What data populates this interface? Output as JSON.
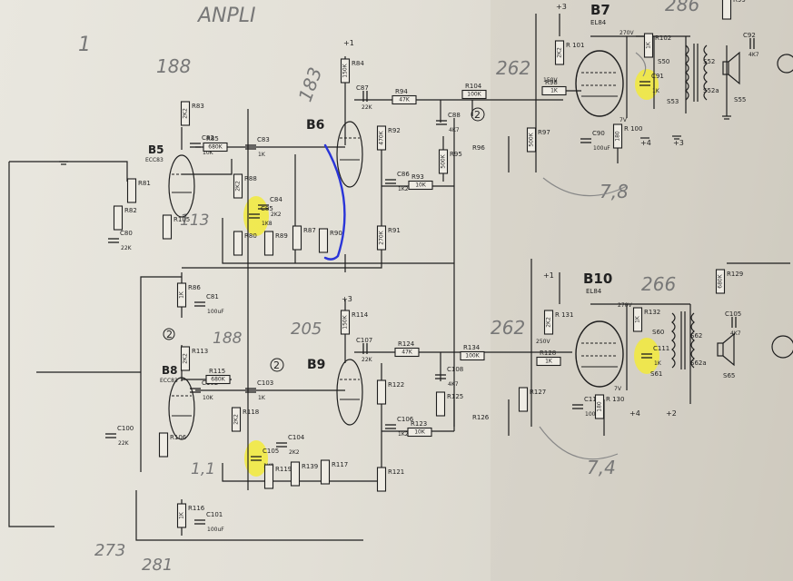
{
  "annotations": {
    "top_note": "ANPLI",
    "b6_number": "183",
    "b5_number": "188",
    "b5_cathode": "113",
    "b7_number": "262",
    "b7_bottom": "7,8",
    "b7_plate": "286",
    "b9_number": "205",
    "b8_number": "188",
    "b8_cathode": "1,1",
    "b10_number": "262",
    "b10_plate": "266",
    "b10_bottom": "7,4",
    "bottom_a": "273",
    "bottom_b": "281",
    "side_mark": "1"
  },
  "tubes": {
    "b6": {
      "name": "B6"
    },
    "b5": {
      "name": "B5",
      "type": "ECC83"
    },
    "b7": {
      "name": "B7",
      "type": "EL84"
    },
    "b9": {
      "name": "B9"
    },
    "b8": {
      "name": "B8",
      "type": "ECC83"
    },
    "b10": {
      "name": "B10",
      "type": "EL84"
    }
  },
  "circle_marks": {
    "c1": "2",
    "c2": "2",
    "c3": "2"
  },
  "voltages": {
    "v1": "270V",
    "v2": "150V",
    "v3": "7V",
    "v4": "270V",
    "v5": "250V",
    "v6": "7V"
  },
  "supply": {
    "t1": "+1",
    "t2": "+3",
    "t3": "+4",
    "t4": "+3",
    "t5": "+1",
    "t6": "+3",
    "t7": "+4",
    "t8": "+2"
  },
  "components": {
    "r84": {
      "ref": "R84",
      "value": "150K"
    },
    "c87": {
      "ref": "C87",
      "value": "22K"
    },
    "r94": {
      "ref": "R94",
      "value": "47K"
    },
    "r104": {
      "ref": "R104",
      "value": "100K"
    },
    "c88": {
      "ref": "C88",
      "value": "4K7"
    },
    "r92": {
      "ref": "R92",
      "value": "470K"
    },
    "r95": {
      "ref": "R95",
      "value": "500K"
    },
    "r96": {
      "ref": "R96"
    },
    "c86": {
      "ref": "C86",
      "value": "1K2"
    },
    "r93": {
      "ref": "R93",
      "value": "10K"
    },
    "r91": {
      "ref": "R91",
      "value": "270K"
    },
    "r101": {
      "ref": "R 101",
      "value": "2K2"
    },
    "r98": {
      "ref": "R98",
      "value": "1K"
    },
    "r97": {
      "ref": "R97",
      "value": "500K"
    },
    "c90": {
      "ref": "C90",
      "value": "100uF"
    },
    "r100": {
      "ref": "R 100",
      "value": "180"
    },
    "r99": {
      "ref": "R99"
    },
    "r102": {
      "ref": "R102",
      "value": "1K"
    },
    "c91": {
      "ref": "C91",
      "value": "1K"
    },
    "c92": {
      "ref": "C92",
      "value": "4K7"
    },
    "s50": {
      "ref": "S50"
    },
    "s52": {
      "ref": "S52"
    },
    "s52a": {
      "ref": "S52a"
    },
    "s53": {
      "ref": "S53"
    },
    "s55": {
      "ref": "S55"
    },
    "r83": {
      "ref": "R83",
      "value": "2K2"
    },
    "c82": {
      "ref": "C82",
      "value": "10K"
    },
    "r85": {
      "ref": "R85",
      "value": "680K"
    },
    "c83": {
      "ref": "C83",
      "value": "1K"
    },
    "r88": {
      "ref": "R88",
      "value": "2K2"
    },
    "c84": {
      "ref": "C84",
      "value": "2K2"
    },
    "c85": {
      "ref": "C85",
      "value": "1K8"
    },
    "r80": {
      "ref": "R80"
    },
    "r89": {
      "ref": "R89"
    },
    "r87": {
      "ref": "R87"
    },
    "r90": {
      "ref": "R90"
    },
    "r86": {
      "ref": "R86",
      "value": "1K"
    },
    "c81": {
      "ref": "C81",
      "value": "100uF"
    },
    "r105": {
      "ref": "R105"
    },
    "r81": {
      "ref": "R81"
    },
    "r82": {
      "ref": "R82"
    },
    "c80": {
      "ref": "C80",
      "value": "22K"
    },
    "r114": {
      "ref": "R114",
      "value": "150K"
    },
    "c107": {
      "ref": "C107",
      "value": "22K"
    },
    "r124": {
      "ref": "R124",
      "value": "47K"
    },
    "r134": {
      "ref": "R134",
      "value": "100K"
    },
    "c108": {
      "ref": "C108",
      "value": "4K7"
    },
    "r122": {
      "ref": "R122"
    },
    "r125": {
      "ref": "R125"
    },
    "r126": {
      "ref": "R126"
    },
    "c106": {
      "ref": "C106",
      "value": "1K2"
    },
    "r123": {
      "ref": "R123",
      "value": "10K"
    },
    "r121": {
      "ref": "R121"
    },
    "r113": {
      "ref": "R113",
      "value": "2K2"
    },
    "c102": {
      "ref": "C102",
      "value": "10K"
    },
    "r115": {
      "ref": "R115",
      "value": "680K"
    },
    "c103": {
      "ref": "C103",
      "value": "1K"
    },
    "r118": {
      "ref": "R118",
      "value": "2K2"
    },
    "c104": {
      "ref": "C104",
      "value": "2K2"
    },
    "c105": {
      "ref": "C105",
      "value": "1K8"
    },
    "r119": {
      "ref": "R119"
    },
    "r139": {
      "ref": "R139"
    },
    "r117": {
      "ref": "R117"
    },
    "r116": {
      "ref": "R116",
      "value": "1K"
    },
    "c101": {
      "ref": "C101",
      "value": "100uF"
    },
    "r106": {
      "ref": "R106"
    },
    "c100": {
      "ref": "C100",
      "value": "22K"
    },
    "r131": {
      "ref": "R 131",
      "value": "2K2"
    },
    "r128": {
      "ref": "R128",
      "value": "1K"
    },
    "r127": {
      "ref": "R127"
    },
    "c110": {
      "ref": "C110",
      "value": "100uF"
    },
    "r130": {
      "ref": "R 130",
      "value": "180"
    },
    "r129": {
      "ref": "R129",
      "value": "680K"
    },
    "r132": {
      "ref": "R132",
      "value": "1K"
    },
    "c111": {
      "ref": "C111",
      "value": "1K"
    },
    "c105b": {
      "ref": "C105",
      "value": "4K7"
    },
    "s60": {
      "ref": "S60"
    },
    "s62": {
      "ref": "S62"
    },
    "s62a": {
      "ref": "S62a"
    },
    "s61": {
      "ref": "S61"
    },
    "s65": {
      "ref": "S65"
    }
  },
  "highlight_color": "#f2ea3a",
  "ink_color": "#1e1e1e",
  "pen_color": "#2a35d8"
}
